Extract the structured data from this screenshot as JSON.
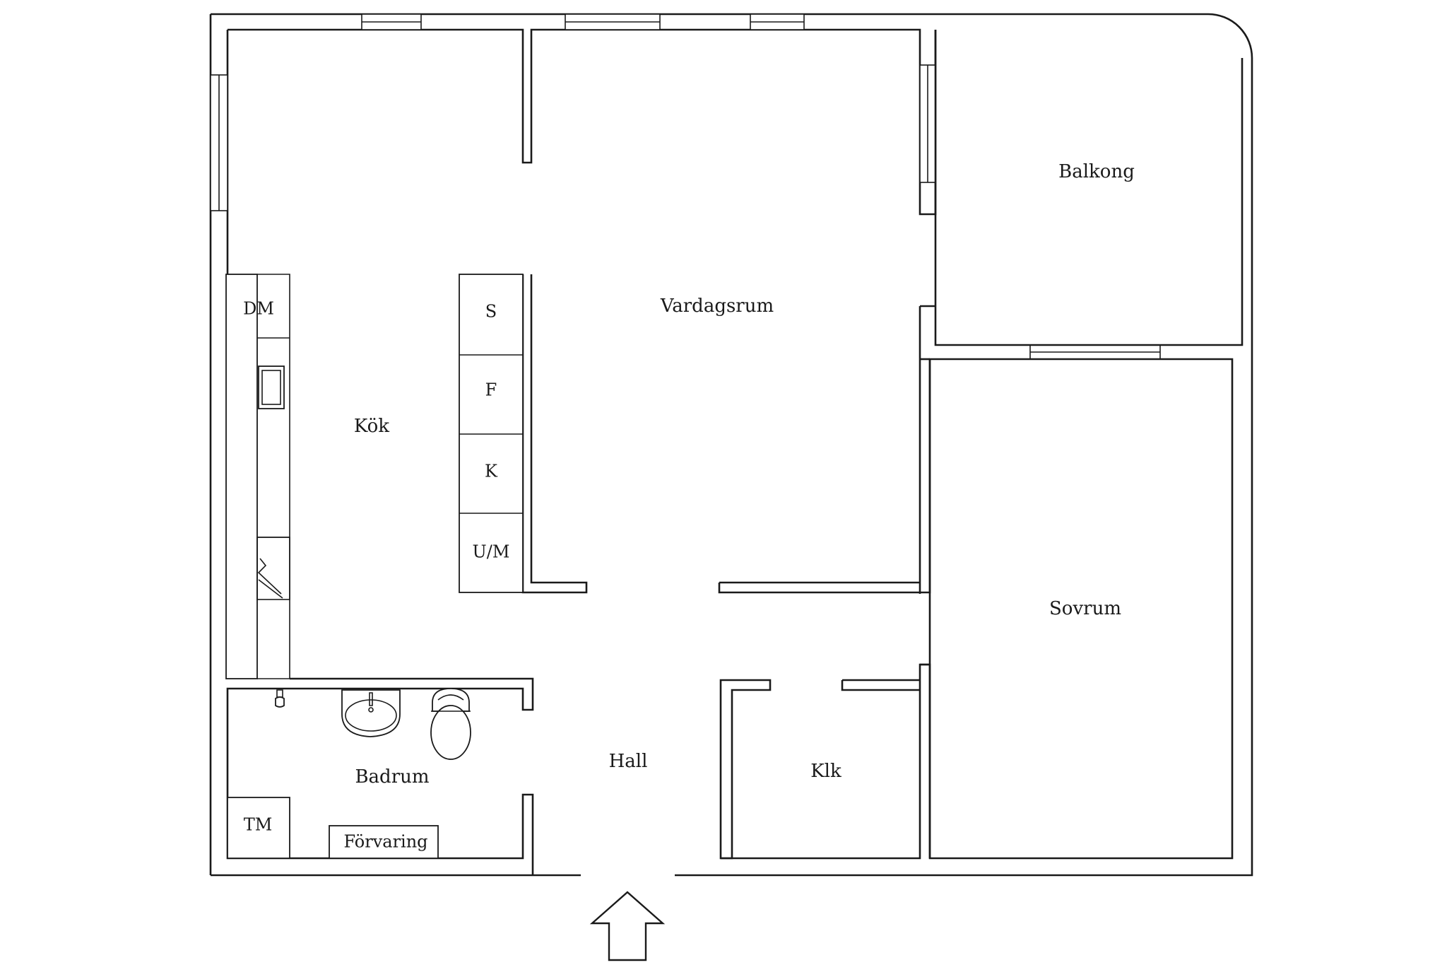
{
  "rooms": {
    "balkong": "Balkong",
    "vardagsrum": "Vardagsrum",
    "kok": "Kök",
    "sovrum": "Sovrum",
    "hall": "Hall",
    "klk": "Klk",
    "badrum": "Badrum"
  },
  "fixtures": {
    "dm": "DM",
    "s": "S",
    "f": "F",
    "k": "K",
    "um": "U/M",
    "tm": "TM",
    "forvaring": "Förvaring"
  },
  "icons": {
    "entrance": "arrow-up-icon",
    "sink": "sink-icon",
    "toilet": "toilet-icon",
    "faucet": "faucet-icon"
  }
}
